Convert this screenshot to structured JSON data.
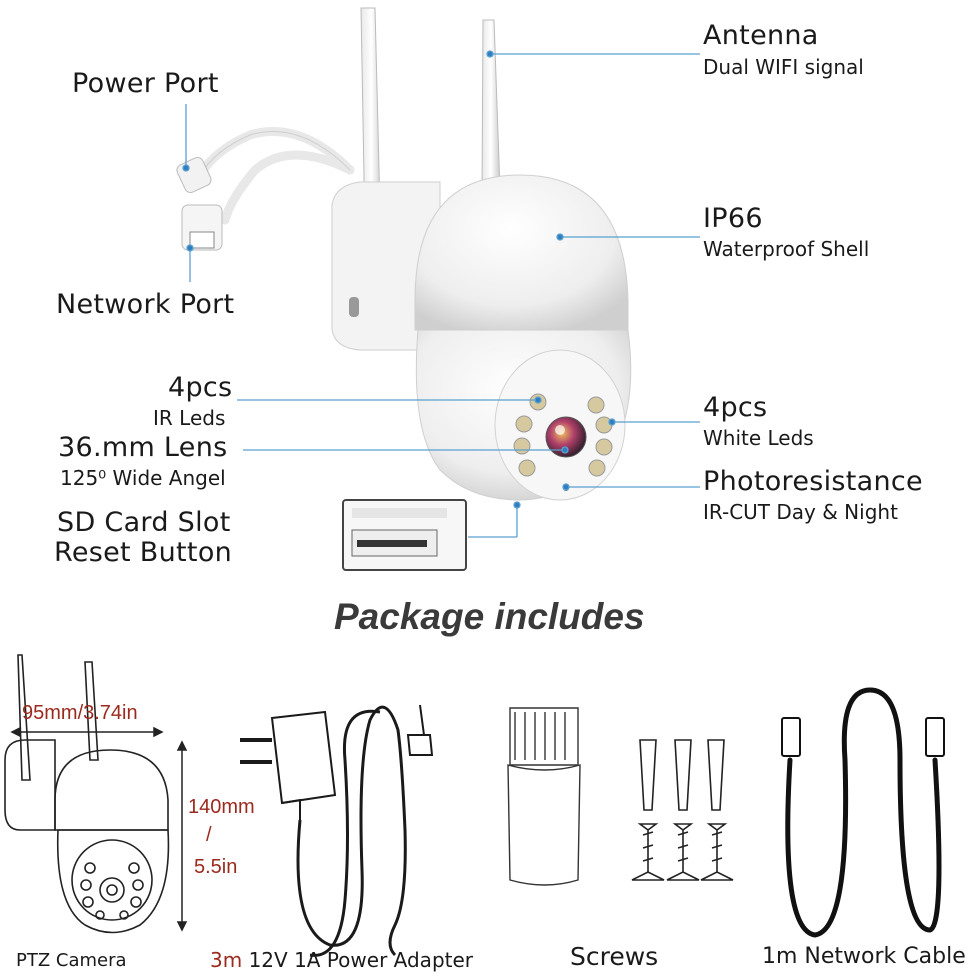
{
  "callouts": {
    "antenna": {
      "title": "Antenna",
      "sub": "Dual WIFI signal"
    },
    "power_port": {
      "title": "Power Port"
    },
    "ip66": {
      "title": "IP66",
      "sub": "Waterproof Shell"
    },
    "network_port": {
      "title": "Network Port"
    },
    "ir_leds": {
      "title": "4pcs",
      "sub": "IR Leds"
    },
    "white_leds": {
      "title": "4pcs",
      "sub": "White Leds"
    },
    "lens": {
      "title": "36.mm Lens",
      "sub": "125⁰ Wide Angel"
    },
    "photoresistance": {
      "title": "Photoresistance",
      "sub": "IR-CUT Day & Night"
    },
    "sd_card": {
      "title": "SD Card Slot",
      "sub": "Reset Button"
    }
  },
  "package": {
    "title": "Package includes",
    "camera": {
      "width_dim": "95mm/3.74in",
      "height_dim_mm": "140mm",
      "height_sep": "/",
      "height_dim_in": "5.5in",
      "caption": "PTZ Camera"
    },
    "adapter": {
      "caption_prefix": "3m",
      "caption": "12V 1A Power Adapter"
    },
    "screws": {
      "caption": "Screws"
    },
    "cable": {
      "caption": "1m Network Cable"
    }
  },
  "colors": {
    "leader_line": "#5aa0d0",
    "dimension_text": "#9b2a1e"
  }
}
